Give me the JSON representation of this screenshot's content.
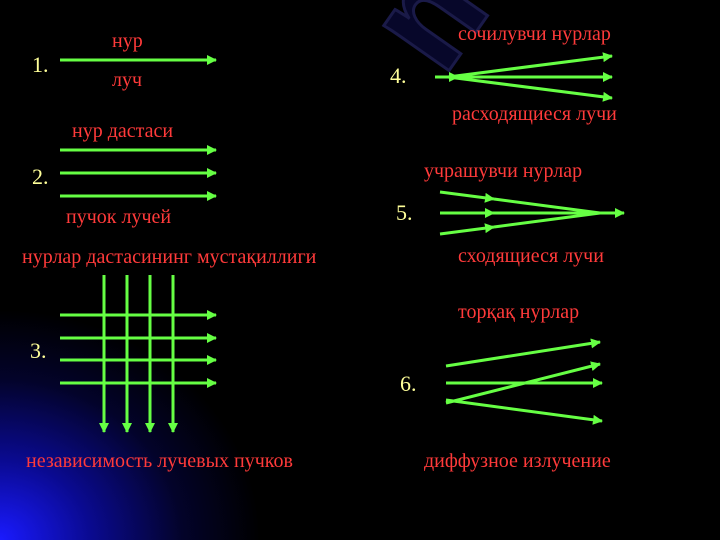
{
  "colors": {
    "ray": "#66ff44",
    "caption": "#ff3a3a",
    "number": "#ffff99",
    "background": "#000000"
  },
  "watermark": "myppt",
  "items": [
    {
      "number": "1.",
      "uz": "нур",
      "ru": "луч"
    },
    {
      "number": "2.",
      "uz": "нур дастаси",
      "ru": "пучок лучей"
    },
    {
      "number": "3.",
      "uz": "нурлар дастасининг мустақиллиги",
      "ru": "независимость лучевых пучков"
    },
    {
      "number": "4.",
      "uz": "сочилувчи нурлар",
      "ru": "расходящиеся лучи"
    },
    {
      "number": "5.",
      "uz": "учрашувчи нурлар",
      "ru": "сходящиеся лучи"
    },
    {
      "number": "6.",
      "uz": "торқақ нурлар",
      "ru": "диффузное излучение"
    }
  ]
}
